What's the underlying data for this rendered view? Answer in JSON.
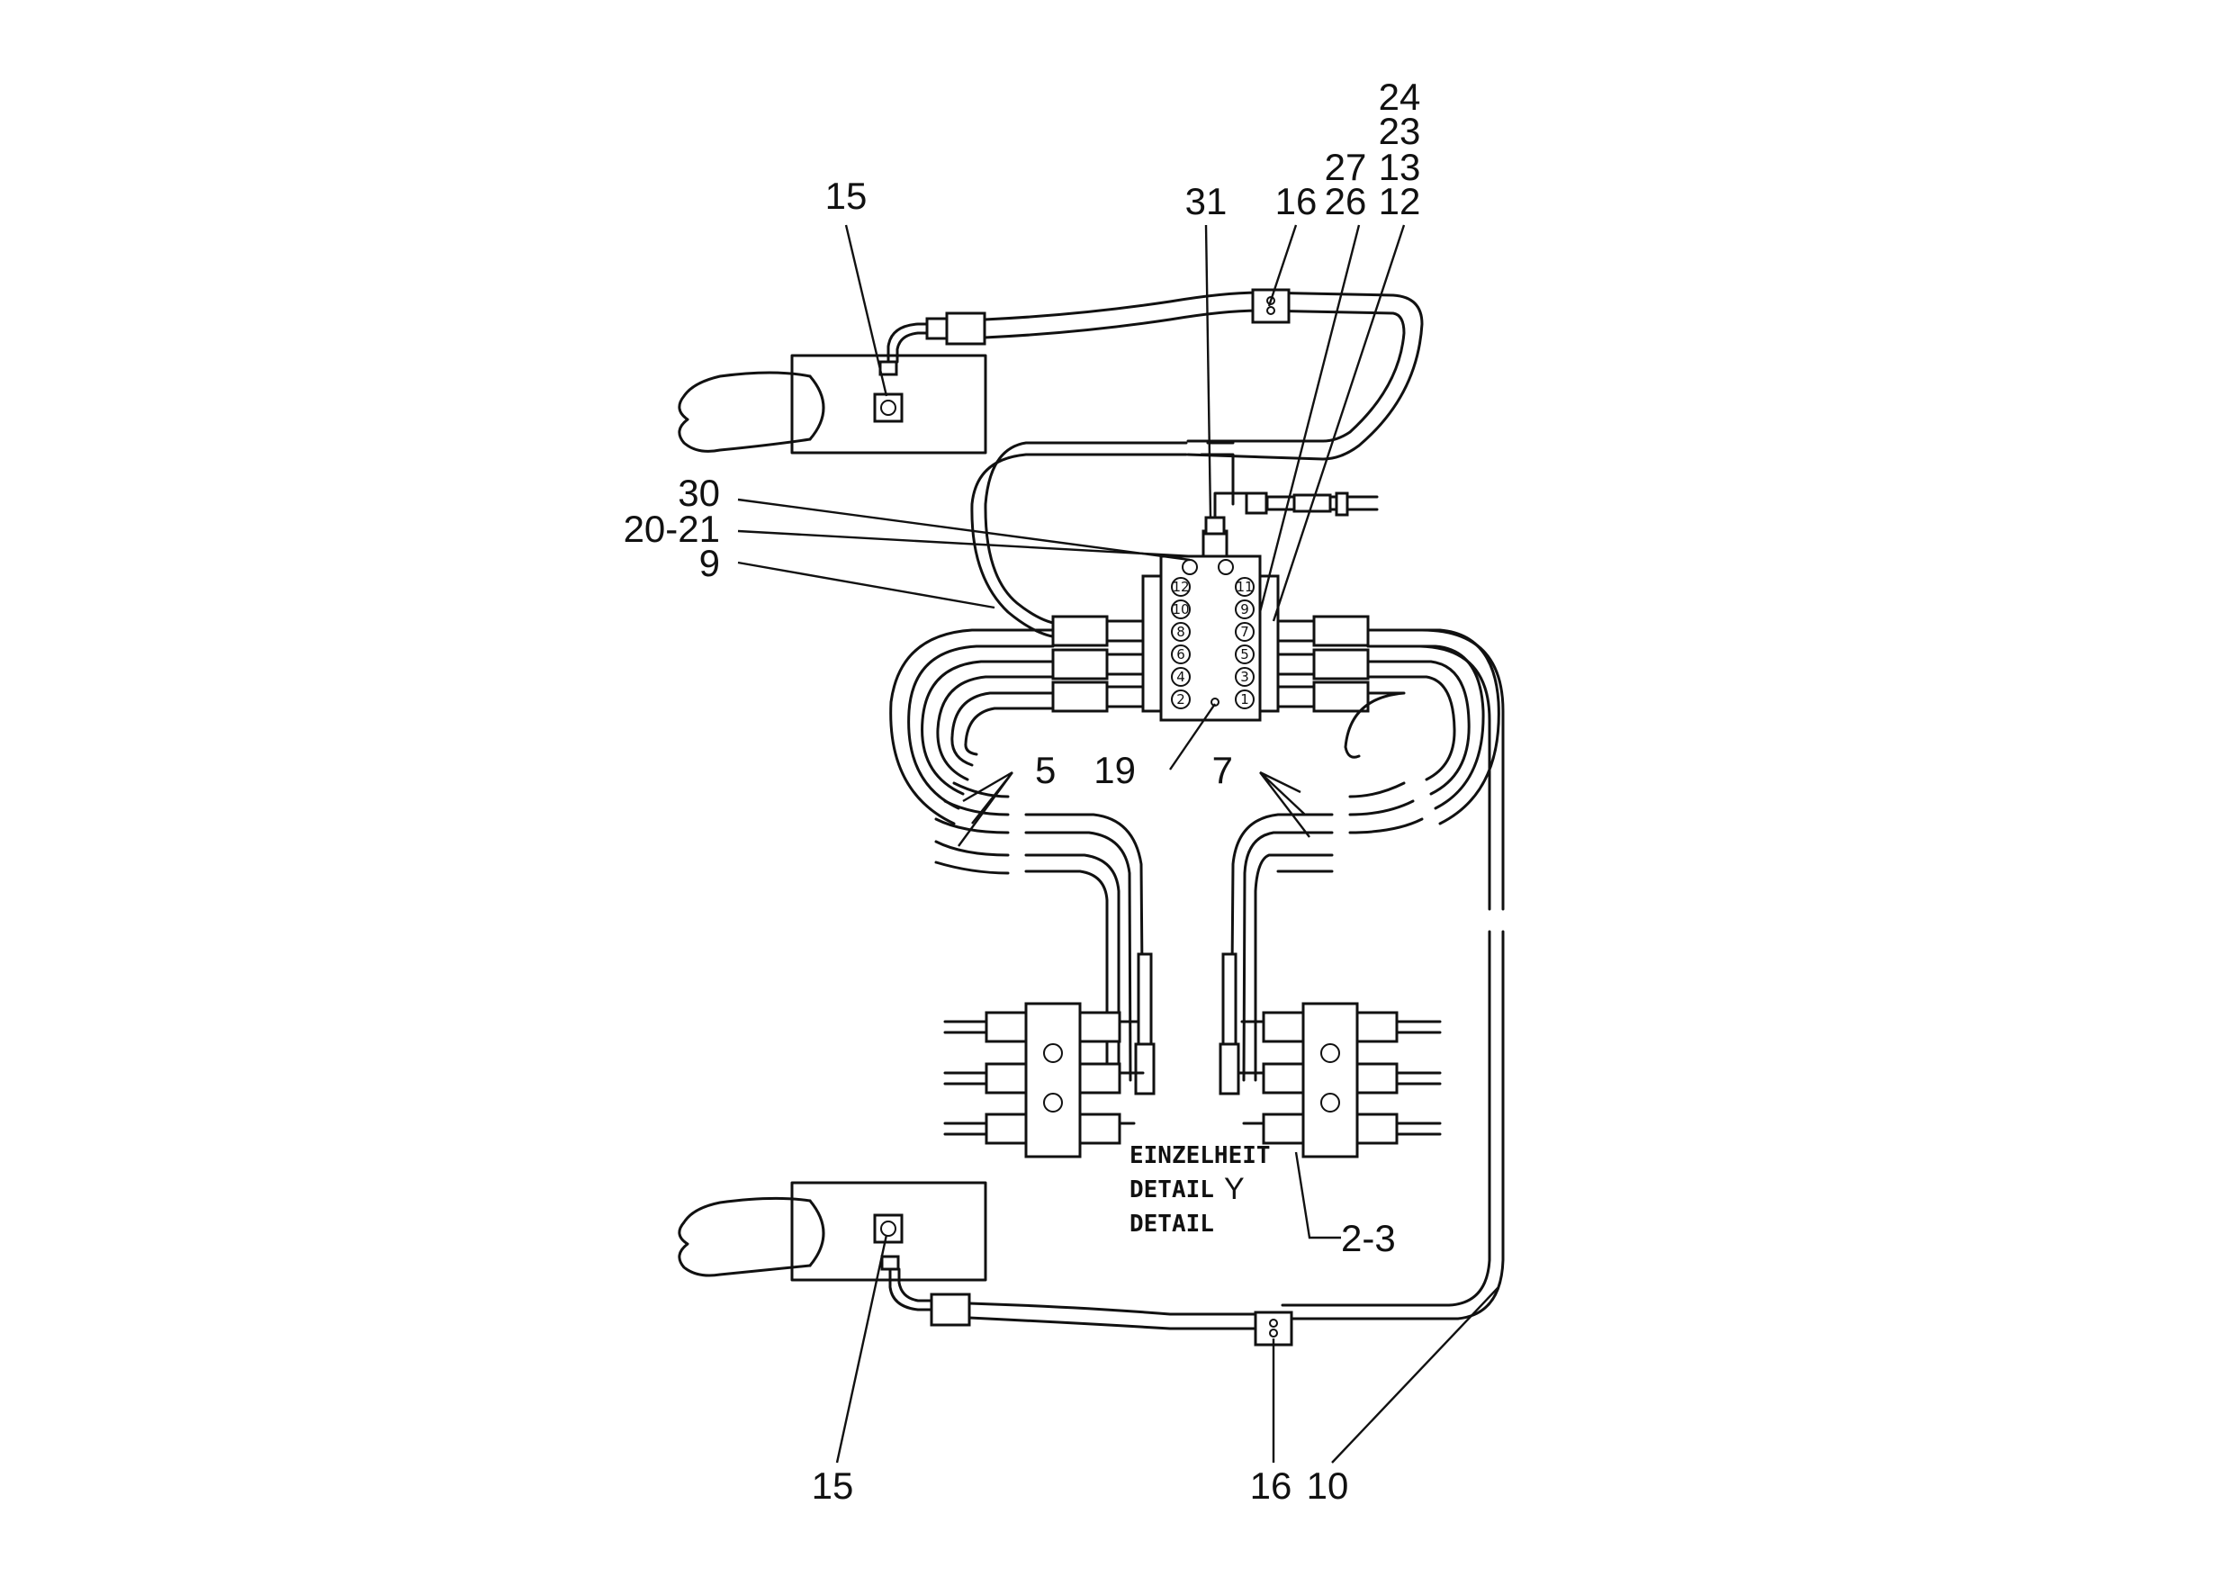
{
  "labels": {
    "l15_top": "15",
    "l31": "31",
    "l16_top": "16",
    "l27": "27",
    "l26": "26",
    "l24": "24",
    "l23": "23",
    "l13": "13",
    "l12": "12",
    "l30": "30",
    "l20_21": "20-21",
    "l9": "9",
    "l19": "19",
    "l5": "5",
    "l7": "7",
    "l2_3": "2-3",
    "l15_bottom": "15",
    "l16_bottom": "16",
    "l10": "10"
  },
  "detail_note": {
    "line1": "EINZELHEIT",
    "line2": "DETAIL",
    "marker": "Y",
    "line3": "DETAIL"
  },
  "block_ports": {
    "left": [
      "12",
      "10",
      "8",
      "6",
      "4",
      "2"
    ],
    "right": [
      "11",
      "9",
      "7",
      "5",
      "3",
      "1"
    ]
  }
}
